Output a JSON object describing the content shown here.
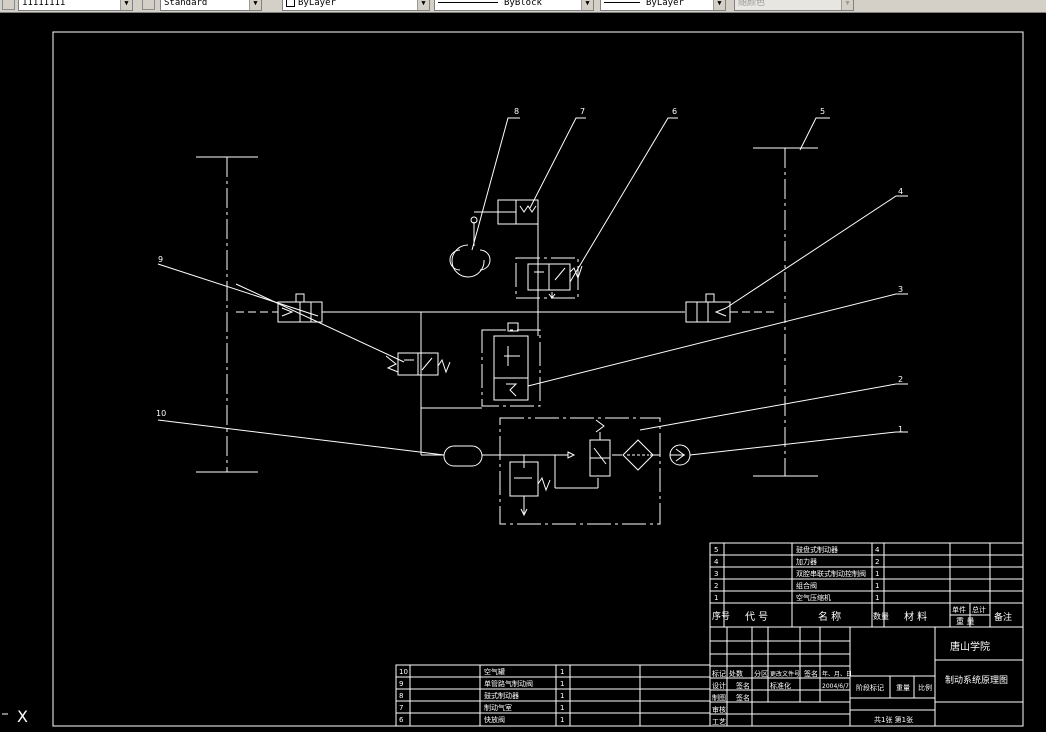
{
  "toolbar": {
    "layer_value": "11111111",
    "textstyle_value": "Standard",
    "color_value": "ByLayer",
    "linetype_value": "ByBlock",
    "lineweight_value": "ByLayer",
    "plotstyle_value": "随颜色"
  },
  "callouts": [
    "1",
    "2",
    "3",
    "4",
    "5",
    "6",
    "7",
    "8",
    "9",
    "10"
  ],
  "parts_list_top": {
    "rows": [
      {
        "no": "5",
        "name": "鼓盘式制动器",
        "qty": "4"
      },
      {
        "no": "4",
        "name": "加力器",
        "qty": "2"
      },
      {
        "no": "3",
        "name": "双腔串联式制动控制阀",
        "qty": "1"
      },
      {
        "no": "2",
        "name": "组合阀",
        "qty": "1"
      },
      {
        "no": "1",
        "name": "空气压缩机",
        "qty": "1"
      }
    ],
    "header": {
      "no": "序号",
      "code": "代 号",
      "name": "名 称",
      "qty": "数量",
      "material": "材 料",
      "unit_weight": "单件",
      "total_weight": "总计",
      "weight": "重 量",
      "remark": "备注"
    }
  },
  "parts_list_bottom": {
    "rows": [
      {
        "no": "10",
        "name": "空气罐",
        "qty": "1"
      },
      {
        "no": "9",
        "name": "单管路气制动阀",
        "qty": "1"
      },
      {
        "no": "8",
        "name": "鼓式制动器",
        "qty": "1"
      },
      {
        "no": "7",
        "name": "制动气室",
        "qty": "1"
      },
      {
        "no": "6",
        "name": "快放阀",
        "qty": "1"
      }
    ]
  },
  "title_block": {
    "school": "唐山学院",
    "drawing_title": "制动系统原理图",
    "row1": [
      "标记",
      "处数",
      "分区",
      "更改文件号",
      "签名",
      "年、月、日"
    ],
    "row2": [
      "设计",
      "签名",
      "标准化",
      "2004/6/7"
    ],
    "row3": [
      "制图",
      "签名"
    ],
    "row4": [
      "审核"
    ],
    "row5": [
      "工艺"
    ],
    "stage_label": "阶段标记",
    "weight_label": "重量",
    "scale_label": "比例",
    "sheet_text": "共1张 第1张"
  },
  "ucs_label": "X"
}
